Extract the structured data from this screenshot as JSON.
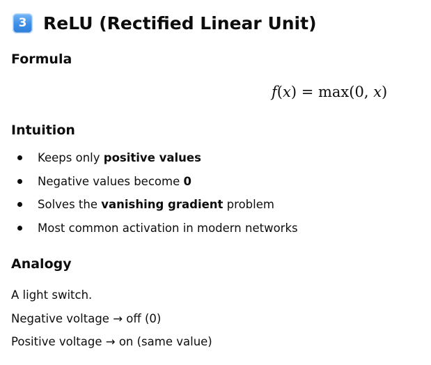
{
  "title": {
    "number_badge": "3",
    "text": "ReLU (Rectified Linear Unit)"
  },
  "formula_section": {
    "heading": "Formula",
    "formula": {
      "fx": "f",
      "open1": "(",
      "x1": "x",
      "close1": ")",
      "eq": " = ",
      "max": "max",
      "open2": "(",
      "zero": "0",
      "comma": ", ",
      "x2": "x",
      "close2": ")"
    }
  },
  "intuition_section": {
    "heading": "Intuition",
    "bullets": [
      {
        "pre": "Keeps only ",
        "bold": "positive values",
        "post": ""
      },
      {
        "pre": "Negative values become ",
        "bold": "0",
        "post": ""
      },
      {
        "pre": "Solves the ",
        "bold": "vanishing gradient",
        "post": " problem"
      },
      {
        "pre": "Most common activation in modern networks",
        "bold": "",
        "post": ""
      }
    ]
  },
  "analogy_section": {
    "heading": "Analogy",
    "lines": [
      "A light switch.",
      "Negative voltage → off (0)",
      "Positive voltage → on (same value)"
    ]
  }
}
